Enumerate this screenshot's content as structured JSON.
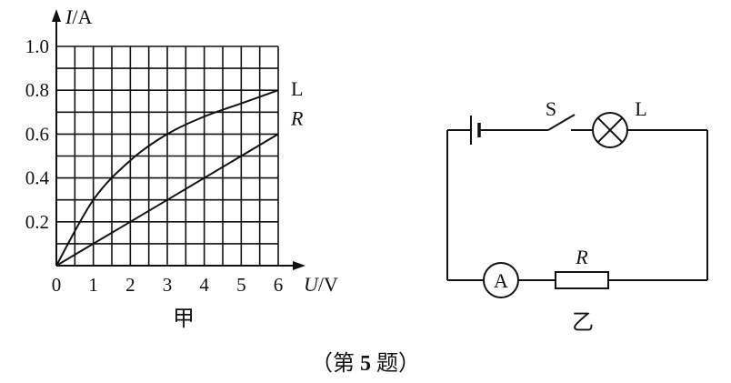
{
  "chart_data": {
    "type": "line",
    "x": [
      0,
      1,
      2,
      3,
      4,
      5,
      6
    ],
    "xticks": [
      "0",
      "1",
      "2",
      "3",
      "4",
      "5",
      "6"
    ],
    "yticks": [
      "0.2",
      "0.4",
      "0.6",
      "0.8",
      "1.0"
    ],
    "xlim": [
      0,
      6
    ],
    "ylim": [
      0,
      1.0
    ],
    "grid": true,
    "y_axis_label": {
      "var": "I",
      "unit": "/A"
    },
    "x_axis_label": {
      "var": "U",
      "unit": "/V"
    },
    "series": [
      {
        "name": "L",
        "values": [
          0,
          0.3,
          0.48,
          0.6,
          0.68,
          0.74,
          0.8
        ]
      },
      {
        "name": "R",
        "values": [
          0,
          0.1,
          0.2,
          0.3,
          0.4,
          0.5,
          0.6
        ]
      }
    ]
  },
  "graph_caption": "甲",
  "circuit": {
    "switch_label": "S",
    "lamp_label": "L",
    "ammeter_label": "A",
    "resistor_label": "R",
    "caption": "乙"
  },
  "figure_caption": {
    "open": "（第",
    "number": "5",
    "close": "题）"
  }
}
